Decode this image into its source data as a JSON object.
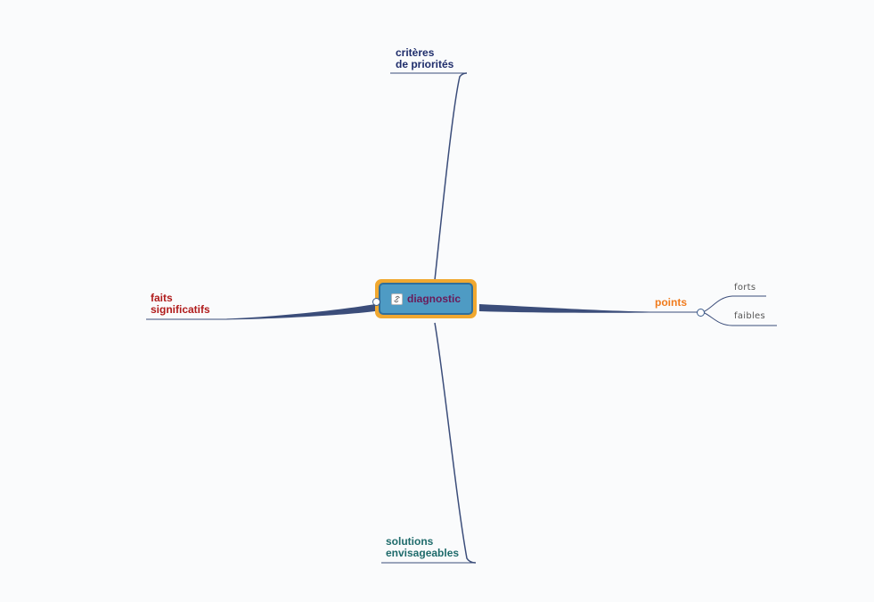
{
  "central": {
    "title": "diagnostic",
    "icon": "link-icon",
    "border_color": "#f0a830",
    "fill_color": "#4e9bc4",
    "text_color": "#6a1b5a"
  },
  "branches": {
    "top": {
      "label": "critères\nde priorités",
      "color": "#1f2d6b"
    },
    "left": {
      "label": "faits\nsignificatifs",
      "color": "#b01c1c"
    },
    "right": {
      "label": "points",
      "color": "#f07b1d",
      "children": [
        "forts",
        "faibles"
      ]
    },
    "bottom": {
      "label": "solutions\nenvisageables",
      "color": "#1f6b6b"
    }
  },
  "link_color": "#3b4d7a"
}
